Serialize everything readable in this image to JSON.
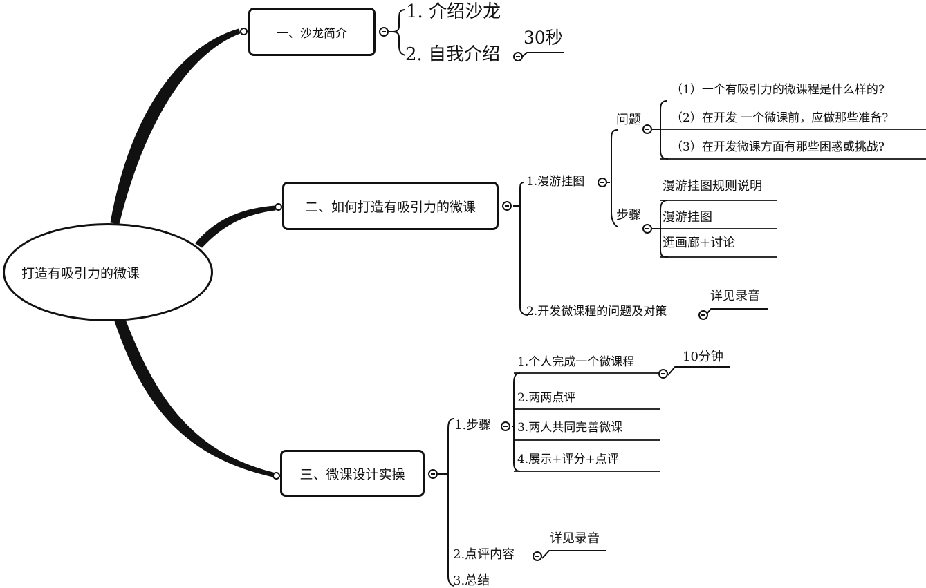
{
  "root": {
    "label": "打造有吸引力的微课"
  },
  "branch1": {
    "label": "一、沙龙简介",
    "items": [
      "1. 介绍沙龙",
      "2. 自我介绍"
    ],
    "note": "30秒"
  },
  "branch2": {
    "label": "二、如何打造有吸引力的微课",
    "sub1": {
      "label": "1.漫游挂图",
      "questions": {
        "label": "问题",
        "items": [
          "（1）一个有吸引力的微课程是什么样的?",
          "（2）在开发 一个微课前，应做那些准备?",
          "（3）在开发微课方面有那些困惑或挑战?"
        ]
      },
      "steps": {
        "label": "步骤",
        "items": [
          "漫游挂图规则说明",
          "漫游挂图",
          "逛画廊+讨论"
        ]
      }
    },
    "sub2": {
      "label": "2.开发微课程的问题及对策",
      "note": "详见录音"
    }
  },
  "branch3": {
    "label": "三、微课设计实操",
    "sub1": {
      "label": "1.步骤",
      "items": [
        "1.个人完成一个微课程",
        "2.两两点评",
        "3.两人共同完善微课",
        "4.展示+评分+点评"
      ],
      "note": "10分钟"
    },
    "sub2": {
      "label": "2.点评内容",
      "note": "详见录音"
    },
    "sub3": {
      "label": "3.总结"
    }
  }
}
